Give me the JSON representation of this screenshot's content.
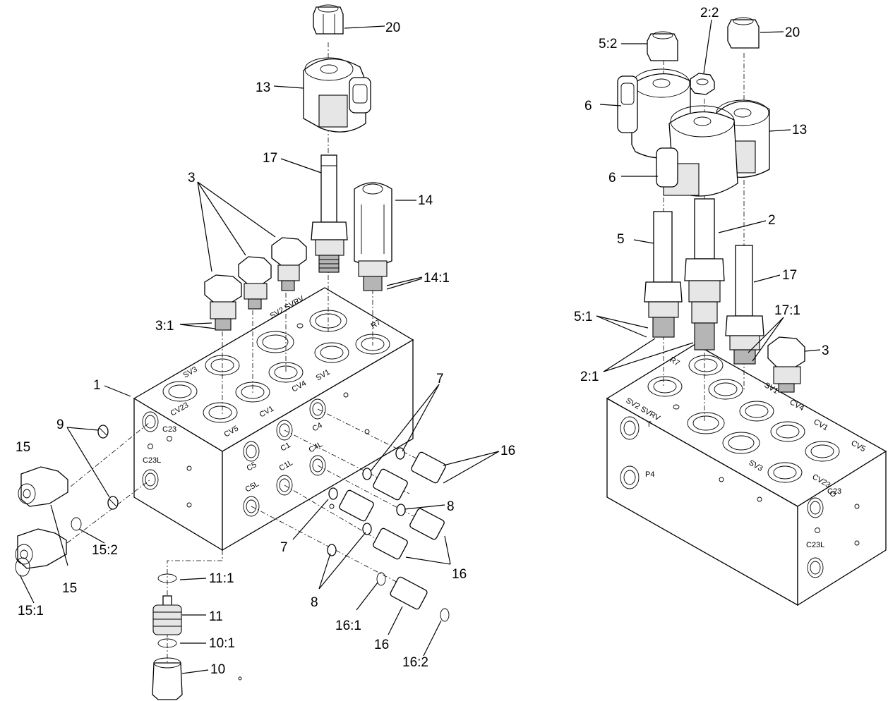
{
  "left_assembly": {
    "callouts": {
      "c20": "20",
      "c13": "13",
      "c17": "17",
      "c14": "14",
      "c3": "3",
      "c14_1": "14:1",
      "c3_1": "3:1",
      "c1": "1",
      "c9": "9",
      "c15a": "15",
      "c15b": "15",
      "c15_1": "15:1",
      "c15_2": "15:2",
      "c7a": "7",
      "c7b": "7",
      "c16a": "16",
      "c16b": "16",
      "c16c": "16",
      "c8a": "8",
      "c8b": "8",
      "c11_1": "11:1",
      "c11": "11",
      "c10_1": "10:1",
      "c10": "10",
      "c16_1": "16:1",
      "c16_2": "16:2"
    },
    "port_labels": {
      "sv2svrv": "SV2 SVRV",
      "r7": "R7",
      "sv3": "SV3",
      "cv4": "CV4",
      "sv1": "SV1",
      "cv23": "CV23",
      "cv1": "CV1",
      "cv5": "CV5",
      "c23": "C23",
      "c23l": "C23L",
      "c4": "C4",
      "c1": "C1",
      "c4l": "C4L",
      "c5": "C5",
      "c1l": "C1L",
      "c5l": "C5L"
    }
  },
  "right_assembly": {
    "callouts": {
      "c5_2": "5:2",
      "c2_2": "2:2",
      "c20": "20",
      "c6a": "6",
      "c13": "13",
      "c6b": "6",
      "c5": "5",
      "c2": "2",
      "c17": "17",
      "c5_1": "5:1",
      "c17_1": "17:1",
      "c3": "3",
      "c2_1": "2:1"
    },
    "port_labels": {
      "r7": "R7",
      "sv1": "SV1",
      "cv4": "CV4",
      "cv1": "CV1",
      "cv5": "CV5",
      "sv3": "SV3",
      "cv23": "CV23",
      "svrv": "SV2 SVRV",
      "t": "T",
      "p4": "P4",
      "c23": "C23",
      "c23l": "C23L"
    }
  }
}
